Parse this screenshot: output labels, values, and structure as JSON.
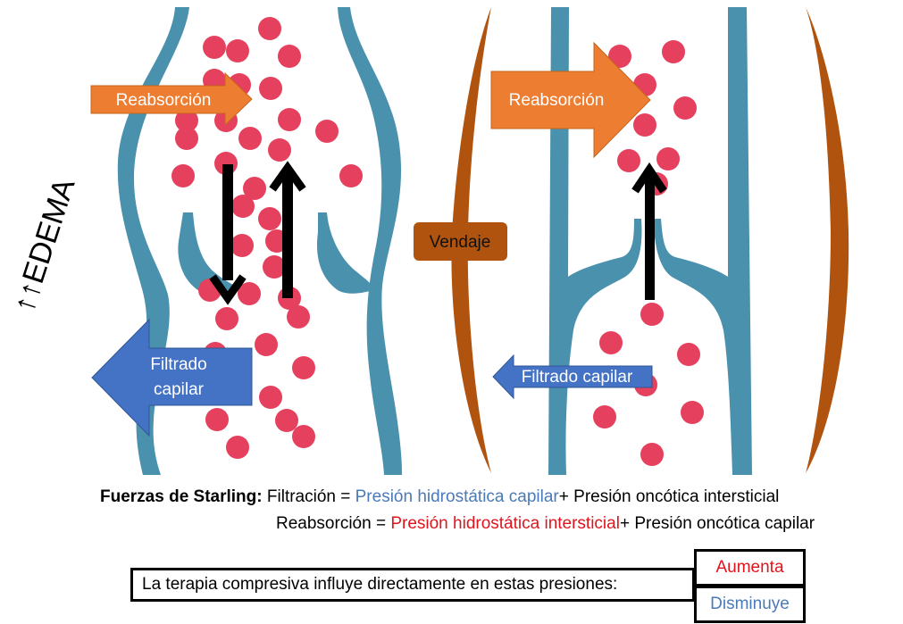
{
  "left_panel": {
    "reabsorption_label": "Reabsorción",
    "filtration_label_line1": "Filtrado",
    "filtration_label_line2": "capilar",
    "edema_label": "↑↑EDEMA"
  },
  "right_panel": {
    "reabsorption_label": "Reabsorción",
    "filtration_label": "Filtrado capilar",
    "bandage_label": "Vendaje"
  },
  "formulas": {
    "heading": "Fuerzas de Starling:",
    "filtration": {
      "lhs": "Filtración =",
      "term1": "Presión hidrostática capilar",
      "plus": "+",
      "term2": "Presión oncótica intersticial"
    },
    "reabsorption": {
      "lhs": "Reabsorción =",
      "term1": "Presión hidrostática intersticial",
      "plus": "+",
      "term2": "Presión oncótica capilar"
    }
  },
  "therapy": {
    "statement": "La terapia compresiva influye directamente en estas presiones:",
    "increase_label": "Aumenta",
    "decrease_label": "Disminuye"
  },
  "colors": {
    "vessel": "#4a91ad",
    "particle": "#e5405e",
    "reabsorption_arrow": "#ed7d31",
    "filtration_arrow": "#4472c4",
    "bandage": "#b0530f",
    "increase": "#e0141c",
    "decrease": "#4a7ab8"
  }
}
